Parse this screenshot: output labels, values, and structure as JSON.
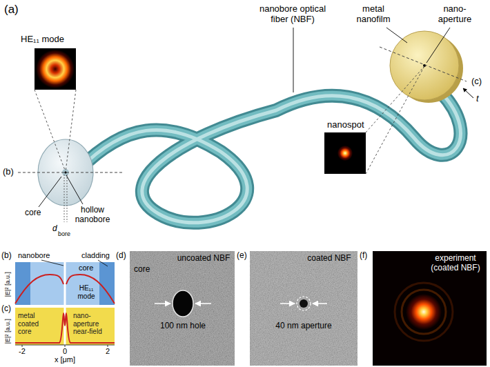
{
  "diagram": {
    "nodes": [
      {
        "text": [
          "(d)",
          "uncoated NBF",
          "core",
          "100 nm hole"
        ]
      },
      {
        "text": [
          "(e)",
          "coated NBF",
          "40 nm aperture"
        ]
      },
      {
        "text": [
          "(f)",
          "experiment (coated NBF)"
        ]
      }
    ],
    "labels": [
      "(a)",
      "HE₁₁ mode",
      "nanobore optical fiber (NBF)",
      "metal nanofilm",
      "nano- aperture",
      "(c)",
      "t",
      "nanospot",
      "(b)",
      "core",
      "hollow nanobore",
      "d",
      "bore",
      "(b)",
      "nanobore",
      "cladding",
      "core",
      "HE₁₁ mode",
      "|E|² [a.u.]",
      "(c)",
      "metal coated core",
      "nano- aperture near-field",
      "|E|² [a.u.]",
      "-2",
      "0",
      "2",
      "x [μm]"
    ]
  }
}
